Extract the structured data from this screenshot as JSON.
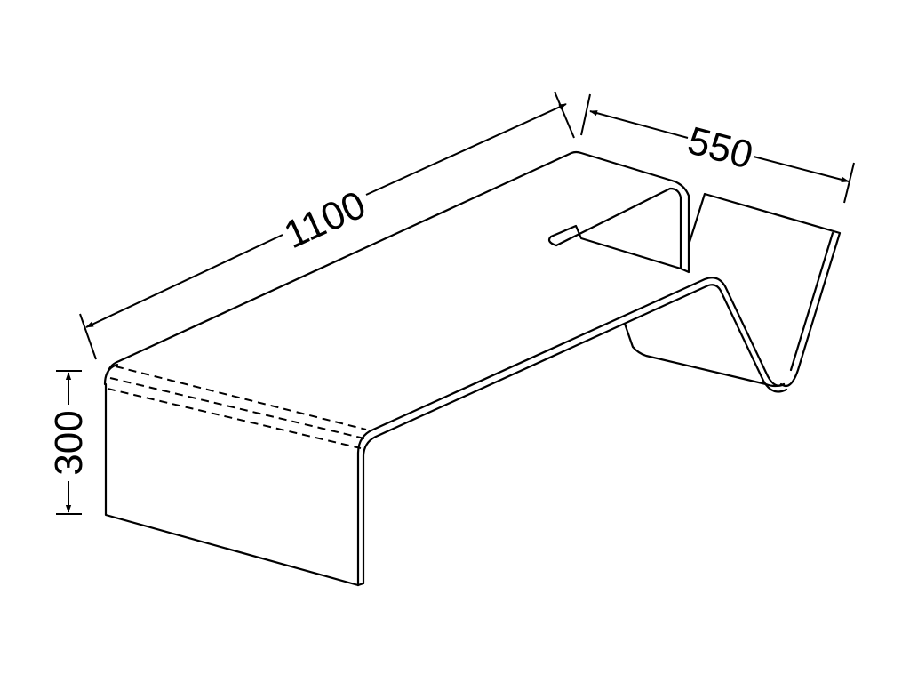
{
  "dimensions": {
    "length": {
      "value": "1100"
    },
    "depth": {
      "value": "550"
    },
    "height": {
      "value": "300"
    }
  },
  "colors": {
    "line": "#000000",
    "background": "#ffffff"
  }
}
